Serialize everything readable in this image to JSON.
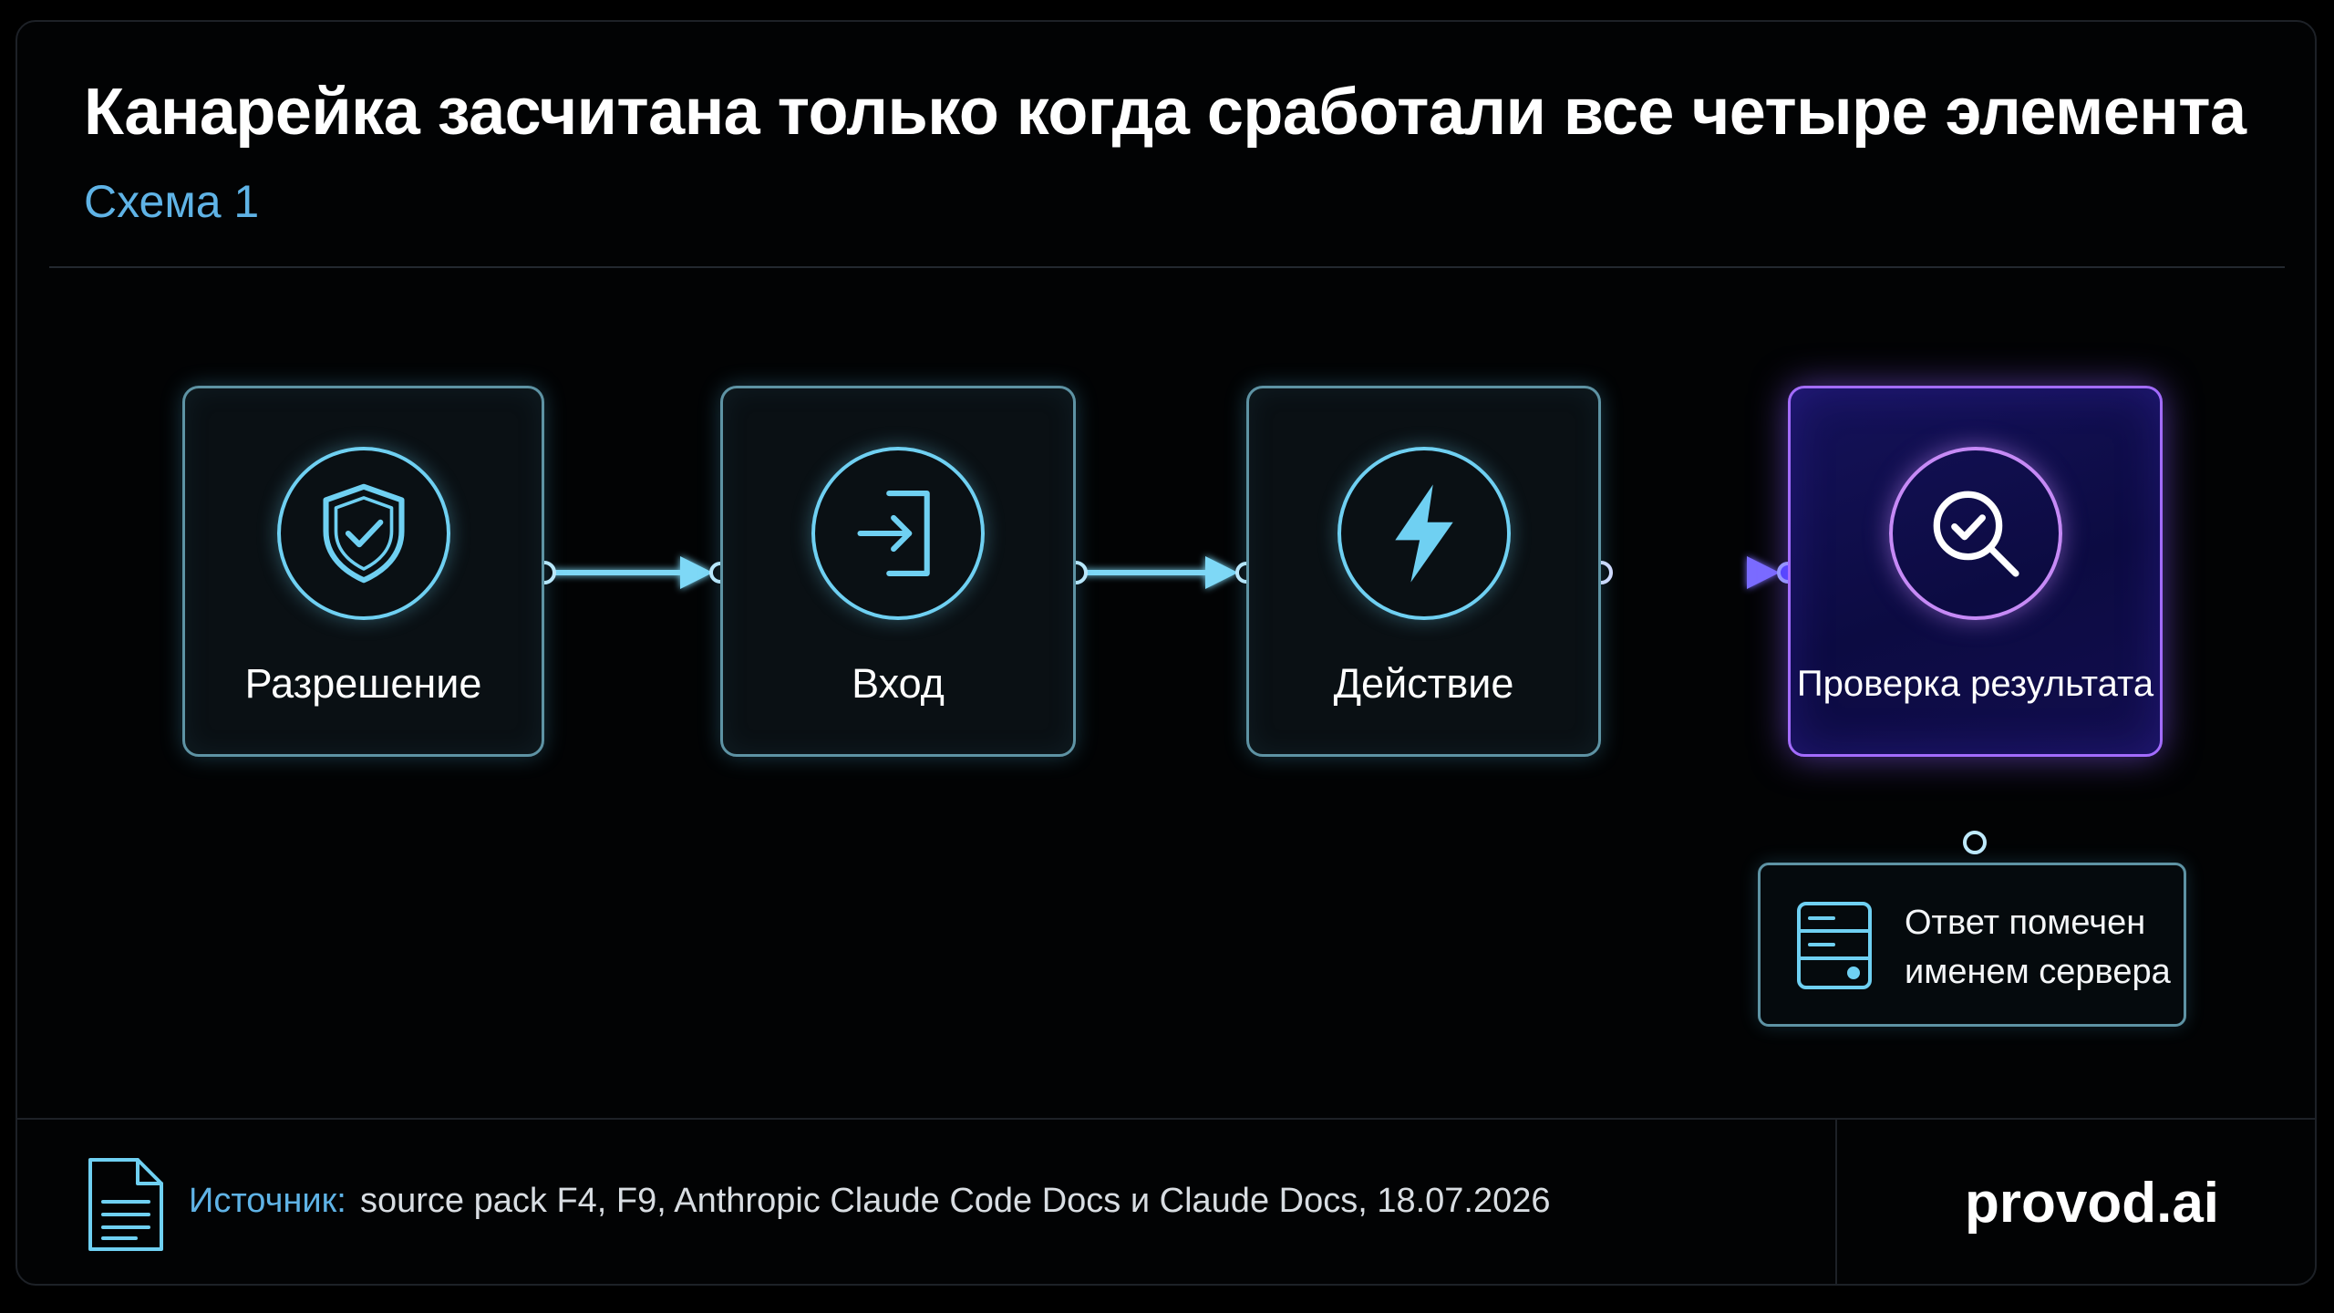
{
  "header": {
    "title": "Канарейка засчитана только когда сработали все четыре элемента",
    "subtitle": "Схема 1"
  },
  "steps": [
    {
      "label": "Разрешение",
      "icon": "shield-check-icon"
    },
    {
      "label": "Вход",
      "icon": "sign-in-icon"
    },
    {
      "label": "Действие",
      "icon": "lightning-icon"
    },
    {
      "label": "Проверка результата",
      "icon": "search-check-icon"
    }
  ],
  "note": {
    "line1": "Ответ помечен",
    "line2": "именем сервера",
    "icon": "server-icon"
  },
  "footer": {
    "source_label": "Источник:",
    "source_text": "source pack F4, F9, Anthropic Claude Code Docs и Claude Docs, 18.07.2026",
    "brand": "provod.ai"
  },
  "colors": {
    "background": "#000000",
    "subtitle": "#5fb3e6",
    "card_border": "#5e93a4",
    "icon_stroke": "#6fd0f2",
    "accent_border": "#a36cff",
    "accent_icon": "#c68af6"
  }
}
